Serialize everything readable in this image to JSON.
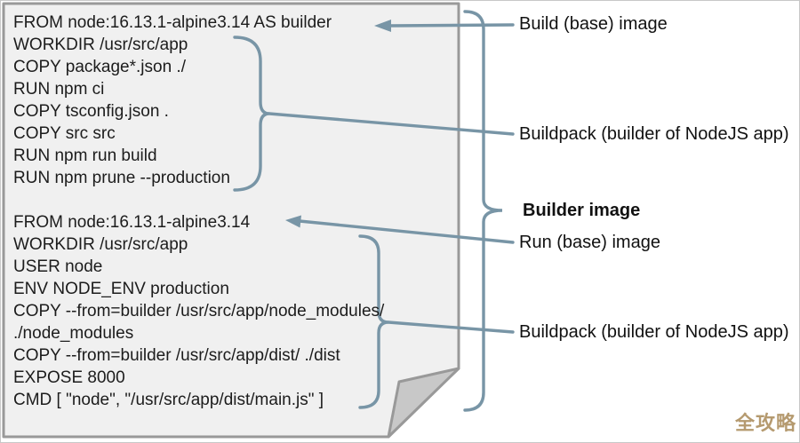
{
  "dockerfile": {
    "lines": [
      "FROM node:16.13.1-alpine3.14 AS builder",
      "WORKDIR /usr/src/app",
      "COPY package*.json ./",
      "RUN npm ci",
      "COPY tsconfig.json .",
      "COPY src src",
      "RUN npm run build",
      "RUN npm prune --production",
      "",
      "FROM node:16.13.1-alpine3.14",
      "WORKDIR /usr/src/app",
      "USER node",
      "ENV NODE_ENV production",
      "COPY --from=builder /usr/src/app/node_modules/",
      "./node_modules",
      "COPY --from=builder /usr/src/app/dist/ ./dist",
      "EXPOSE 8000",
      "CMD [ \"node\", \"/usr/src/app/dist/main.js\" ]"
    ]
  },
  "annotations": {
    "build_base": "Build (base) image",
    "buildpack_1": "Buildpack (builder of NodeJS app)",
    "builder_image": "Builder image",
    "run_base": "Run (base) image",
    "buildpack_2": "Buildpack (builder of NodeJS app)"
  },
  "watermark": "全攻略",
  "colors": {
    "connector": "#7895a6",
    "document_fill": "#f0f0f0",
    "document_border": "#999999",
    "fold_fill": "#c8c8c8",
    "code_text": "#1c1c1c",
    "label_text": "#111111",
    "watermark": "#b59a6f"
  }
}
